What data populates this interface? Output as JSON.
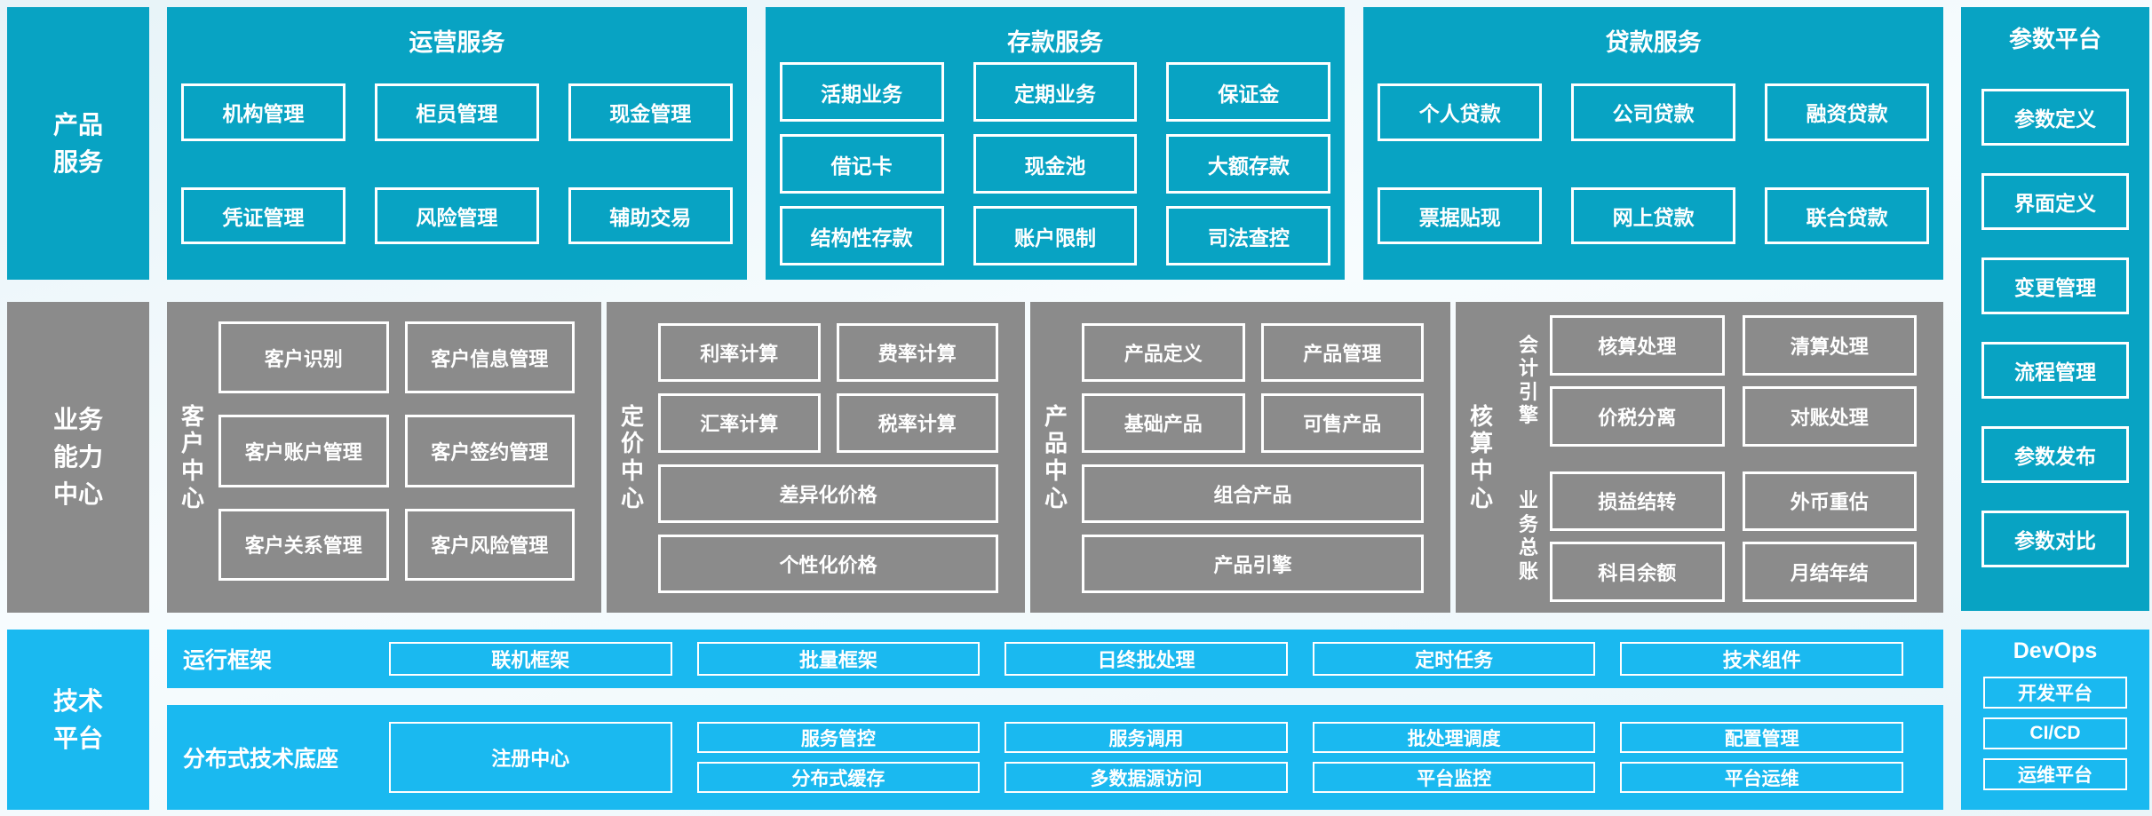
{
  "colors": {
    "teal": "#08a3c3",
    "gray": "#8b8b8b",
    "blue": "#1ab9f0",
    "background": "#f0f9fc",
    "box_border": "#ffffff",
    "text": "#ffffff"
  },
  "product_row": {
    "sidebar_label": "产品\n服务",
    "panels": [
      {
        "title": "运营服务",
        "boxes": [
          "机构管理",
          "柜员管理",
          "现金管理",
          "凭证管理",
          "风险管理",
          "辅助交易"
        ]
      },
      {
        "title": "存款服务",
        "boxes": [
          "活期业务",
          "定期业务",
          "保证金",
          "借记卡",
          "现金池",
          "大额存款",
          "结构性存款",
          "账户限制",
          "司法查控"
        ]
      },
      {
        "title": "贷款服务",
        "boxes": [
          "个人贷款",
          "公司贷款",
          "融资贷款",
          "票据贴现",
          "网上贷款",
          "联合贷款"
        ]
      }
    ]
  },
  "param_platform": {
    "title": "参数平台",
    "boxes": [
      "参数定义",
      "界面定义",
      "变更管理",
      "流程管理",
      "参数发布",
      "参数对比"
    ]
  },
  "capability_row": {
    "sidebar_label": "业务\n能力\n中心",
    "customer_center": {
      "label": "客\n户\n中\n心",
      "boxes": [
        "客户识别",
        "客户信息管理",
        "客户账户管理",
        "客户签约管理",
        "客户关系管理",
        "客户风险管理"
      ]
    },
    "pricing_center": {
      "label": "定\n价\n中\n心",
      "boxes": [
        "利率计算",
        "费率计算",
        "汇率计算",
        "税率计算"
      ],
      "wide_boxes": [
        "差异化价格",
        "个性化价格"
      ]
    },
    "product_center": {
      "label": "产\n品\n中\n心",
      "boxes": [
        "产品定义",
        "产品管理",
        "基础产品",
        "可售产品"
      ],
      "wide_boxes": [
        "组合产品",
        "产品引擎"
      ]
    },
    "accounting_center": {
      "label": "核\n算\n中\n心",
      "groups": [
        {
          "label": "会\n计\n引\n擎",
          "boxes": [
            "核算处理",
            "清算处理",
            "价税分离",
            "对账处理"
          ]
        },
        {
          "label": "业\n务\n总\n账",
          "boxes": [
            "损益结转",
            "外币重估",
            "科目余额",
            "月结年结"
          ]
        }
      ]
    }
  },
  "tech_row": {
    "sidebar_label": "技术\n平台",
    "runtime_band": {
      "label": "运行框架",
      "boxes": [
        "联机框架",
        "批量框架",
        "日终批处理",
        "定时任务",
        "技术组件"
      ]
    },
    "distributed_band": {
      "label": "分布式技术底座",
      "tall_box": "注册中心",
      "columns": [
        [
          "服务管控",
          "分布式缓存"
        ],
        [
          "服务调用",
          "多数据源访问"
        ],
        [
          "批处理调度",
          "平台监控"
        ],
        [
          "配置管理",
          "平台运维"
        ]
      ]
    },
    "devops": {
      "title": "DevOps",
      "boxes": [
        "开发平台",
        "CI/CD",
        "运维平台"
      ]
    }
  }
}
